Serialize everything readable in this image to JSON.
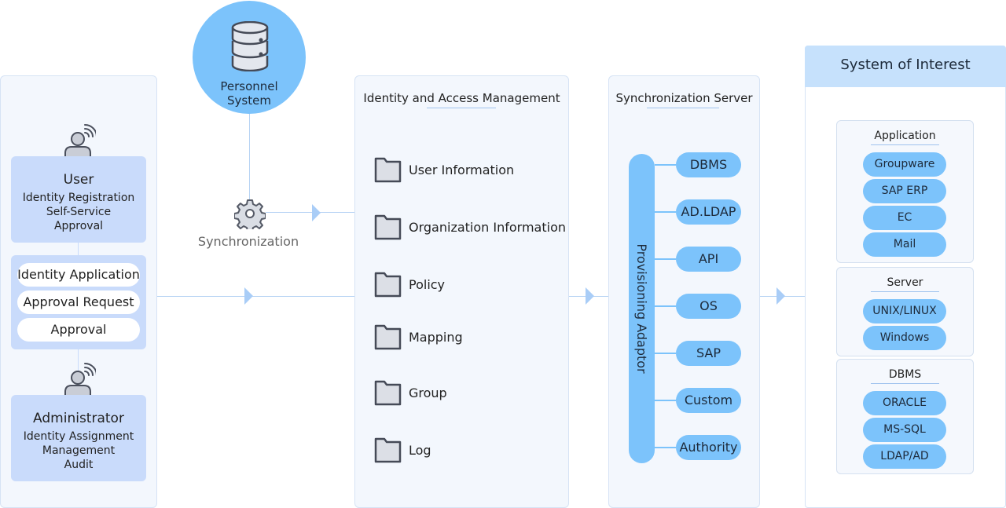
{
  "personnel": {
    "label_line1": "Personnel",
    "label_line2": "System"
  },
  "sync": {
    "label": "Synchronization"
  },
  "user": {
    "title": "User",
    "lines": [
      "Identity Registration",
      "Self-Service",
      "Approval"
    ]
  },
  "workflow": {
    "items": [
      "Identity Application",
      "Approval Request",
      "Approval"
    ]
  },
  "admin": {
    "title": "Administrator",
    "lines": [
      "Identity Assignment",
      "Management",
      "Audit"
    ]
  },
  "iam": {
    "title": "Identity and Access Management",
    "items": [
      "User Information",
      "Organization Information",
      "Policy",
      "Mapping",
      "Group",
      "Log"
    ]
  },
  "syncserver": {
    "title": "Synchronization Server",
    "adaptor": "Provisioning Adaptor",
    "targets": [
      "DBMS",
      "AD.LDAP",
      "API",
      "OS",
      "SAP",
      "Custom",
      "Authority"
    ]
  },
  "soi": {
    "title": "System of Interest",
    "application": {
      "title": "Application",
      "items": [
        "Groupware",
        "SAP ERP",
        "EC",
        "Mail"
      ]
    },
    "server": {
      "title": "Server",
      "items": [
        "UNIX/LINUX",
        "Windows"
      ]
    },
    "dbms": {
      "title": "DBMS",
      "items": [
        "ORACLE",
        "MS-SQL",
        "LDAP/AD"
      ]
    }
  },
  "colors": {
    "accent": "#7cc3fb",
    "card": "#c9dbfb",
    "panel": "#f3f7fd",
    "header": "#c6e1fc"
  },
  "icons": [
    "database-icon",
    "user-icon",
    "signal-icon",
    "gear-icon",
    "folder-icon"
  ]
}
